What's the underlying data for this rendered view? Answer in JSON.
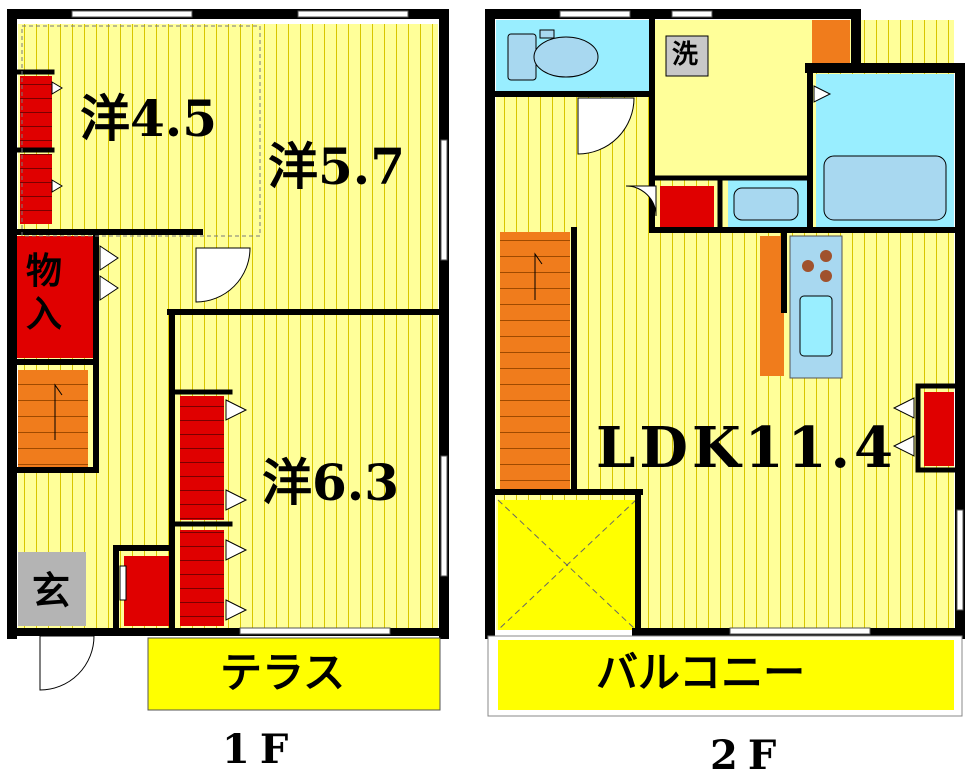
{
  "floors": [
    {
      "label": "1F",
      "rooms": [
        {
          "name": "洋4.5"
        },
        {
          "name": "洋5.7"
        },
        {
          "name": "洋6.3"
        },
        {
          "name": "物入"
        },
        {
          "name": "玄"
        },
        {
          "name": "テラス"
        }
      ]
    },
    {
      "label": "2F",
      "rooms": [
        {
          "name": "LDK11.4"
        },
        {
          "name": "洗"
        },
        {
          "name": "バルコニー"
        }
      ]
    }
  ],
  "colors": {
    "floor_fill": "#ffff99",
    "floor_stripe": "#d8c600",
    "wall": "#000000",
    "closet": "#e00000",
    "stairs": "#f07c1c",
    "water_area": "#99eeff",
    "bath_fixture": "#a8d8f0",
    "entrance_tile": "#b4b4b4",
    "balcony": "#ffff00"
  }
}
